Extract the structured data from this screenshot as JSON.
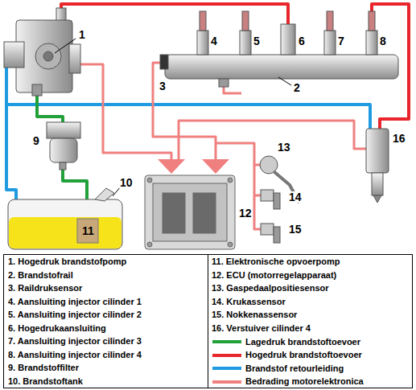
{
  "diagram": {
    "labels": [
      "1",
      "4",
      "5",
      "6",
      "7",
      "8",
      "2",
      "3",
      "16",
      "13",
      "9",
      "10",
      "14",
      "11",
      "12",
      "15",
      "1. Hogedruk brandstofpomp",
      "2. Brandstofrail",
      "3. Raildruksensor",
      "4. Aansluiting injector cilinder 1",
      "5. Aansluiting injector cilinder 2",
      "6. Hogedrukaansluiting",
      "7. Aansluiting injector cilinder 3",
      "8. Aansluiting injector cilinder 4",
      "9. Brandstoffilter",
      "10. Brandstoftank",
      "11. Elektronische opvoerpomp",
      "12. ECU (motorregelapparaat)",
      "13. Gaspedaalpositiesensor",
      "14. Krukassensor",
      "15. Nokkenassensor",
      "16. Verstuiver cilinder 4"
    ],
    "legend": [
      {
        "text": "Lagedruk brandstoftoevoer"
      },
      {
        "text": "Hogedruk brandstoftoevoer"
      },
      {
        "text": "Brandstof retourleiding"
      },
      {
        "text": "Bedrading motorelektronica"
      }
    ]
  }
}
